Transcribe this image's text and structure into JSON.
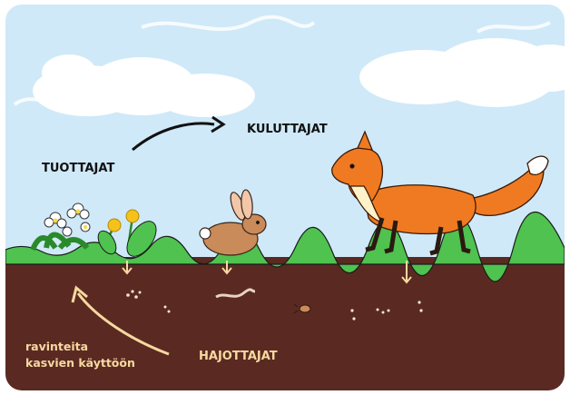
{
  "labels": {
    "producers": "TUOTTAJAT",
    "consumers": "KULUTTAJAT",
    "decomposers": "HAJOTTAJAT",
    "nutrients_line1": "ravinteita",
    "nutrients_line2": "kasvien käyttöön"
  },
  "colors": {
    "sky": "#cfe9f8",
    "grass": "#4fc24f",
    "soil": "#5a2a22",
    "label_light": "#f7d9a0",
    "fox": "#f07a22",
    "rabbit": "#c98b5a"
  },
  "icons": [
    "flower-cluster-icon",
    "dandelion-icon",
    "rabbit-icon",
    "fox-icon",
    "worm-icon",
    "beetle-icon"
  ]
}
